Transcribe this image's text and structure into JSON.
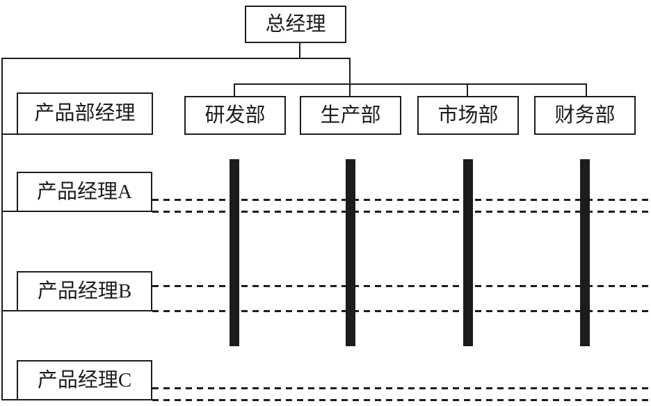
{
  "colors": {
    "background": "#ffffff",
    "line": "#1c1c1c",
    "bar": "#1c1c1c",
    "text": "#1c1c1c"
  },
  "nodes": {
    "general_manager": {
      "label": "总经理"
    },
    "product_dept_manager": {
      "label": "产品部经理"
    },
    "departments": [
      {
        "label": "研发部"
      },
      {
        "label": "生产部"
      },
      {
        "label": "市场部"
      },
      {
        "label": "财务部"
      }
    ],
    "product_managers": [
      {
        "label": "产品经理A"
      },
      {
        "label": "产品经理B"
      },
      {
        "label": "产品经理C"
      }
    ]
  }
}
